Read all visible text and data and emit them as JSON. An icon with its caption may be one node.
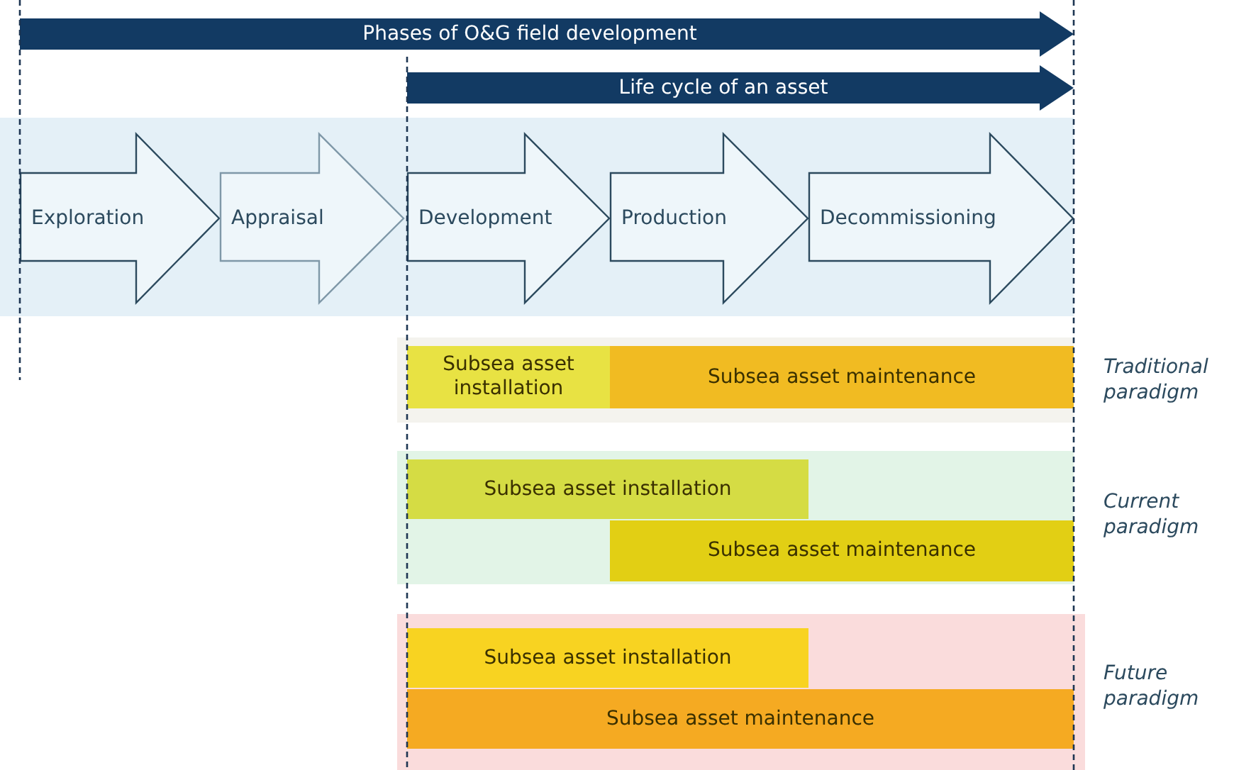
{
  "diagram": {
    "nodes": [
      {
        "text": [
          "Phases of O&G field development"
        ]
      },
      {
        "text": [
          "Life cycle of an asset"
        ]
      },
      {
        "text": [
          "Exploration"
        ]
      },
      {
        "text": [
          "Appraisal"
        ]
      },
      {
        "text": [
          "Development"
        ]
      },
      {
        "text": [
          "Production"
        ]
      },
      {
        "text": [
          "Decommissioning"
        ]
      },
      {
        "text": [
          "Subsea asset installation"
        ]
      },
      {
        "text": [
          "Subsea asset maintenance"
        ]
      },
      {
        "text": [
          "Subsea asset installation"
        ]
      },
      {
        "text": [
          "Subsea asset maintenance"
        ]
      },
      {
        "text": [
          "Subsea asset installation"
        ]
      },
      {
        "text": [
          "Subsea asset maintenance"
        ]
      }
    ],
    "labels": [
      "Traditional paradigm",
      "Current paradigm",
      "Future paradigm"
    ]
  }
}
